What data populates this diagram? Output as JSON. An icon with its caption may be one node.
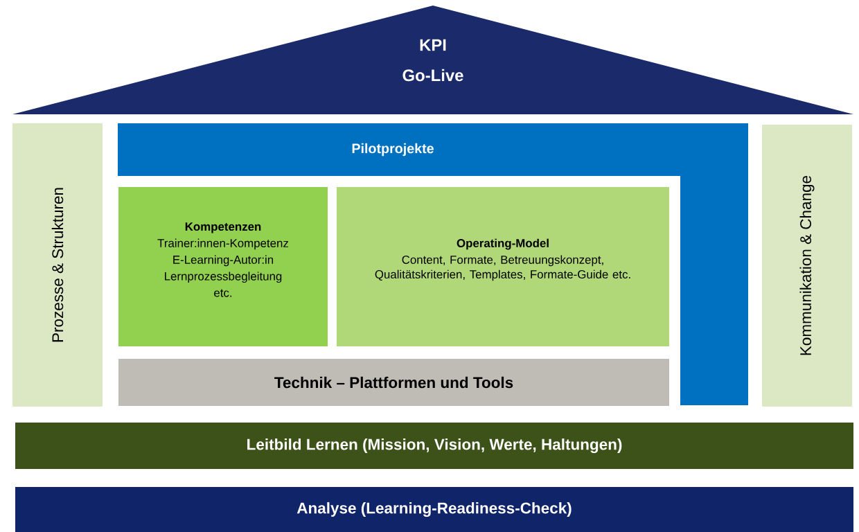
{
  "diagram": {
    "nodes": [
      {
        "text": [
          "KPI",
          "Go-Live"
        ]
      },
      {
        "text": [
          "Prozesse & Strukturen"
        ]
      },
      {
        "text": [
          "Pilotprojekte"
        ]
      },
      {
        "text": [
          "Kompetenzen",
          "Trainer:innen-Kompetenz",
          "E-Learning-Autor:in",
          "Lernprozessbegleitung",
          "etc."
        ]
      },
      {
        "text": [
          "Operating-Model",
          "Content, Formate, Betreuungskonzept, Qualitätskriterien, Templates, Formate-Guide etc."
        ]
      },
      {
        "text": [
          "Technik – Plattformen und Tools"
        ]
      },
      {
        "text": [
          "Kommunikation & Change"
        ]
      },
      {
        "text": [
          "Leitbild Lernen (Mission, Vision, Werte, Haltungen)"
        ]
      },
      {
        "text": [
          "Analyse (Learning-Readiness-Check)"
        ]
      }
    ],
    "edges": []
  }
}
